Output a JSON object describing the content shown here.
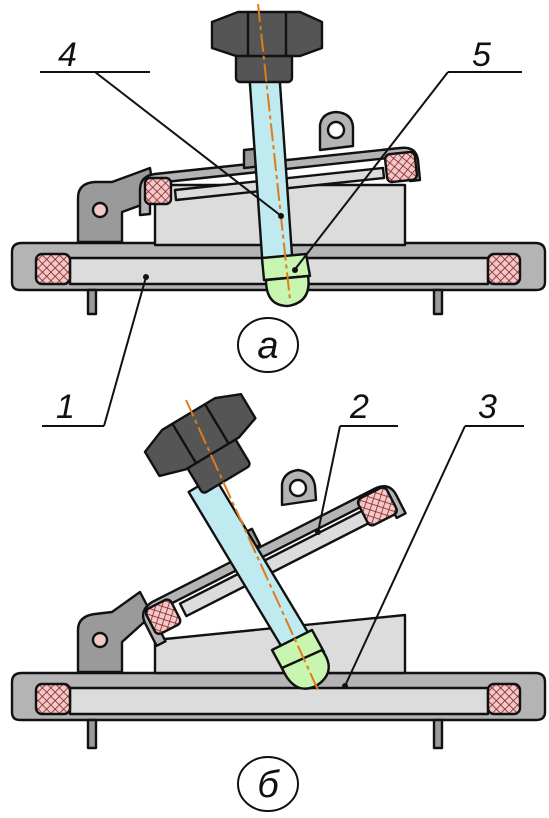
{
  "figure": {
    "view_a": {
      "caption": "а",
      "callouts": [
        {
          "label": "4"
        },
        {
          "label": "5"
        },
        {
          "label": "1"
        }
      ]
    },
    "view_b": {
      "caption": "б",
      "callouts": [
        {
          "label": "2"
        },
        {
          "label": "3"
        }
      ]
    }
  },
  "colors": {
    "gray_light": "#dcdcdc",
    "gray_mid": "#b4b4b4",
    "gray_dark": "#9a9a9a",
    "knob": "#555555",
    "screw": "#bfeaf0",
    "nut": "#c8f5b0",
    "axis": "#e07b1a",
    "seal": "#f2c9c9",
    "seal_hatch": "#8a2020"
  }
}
